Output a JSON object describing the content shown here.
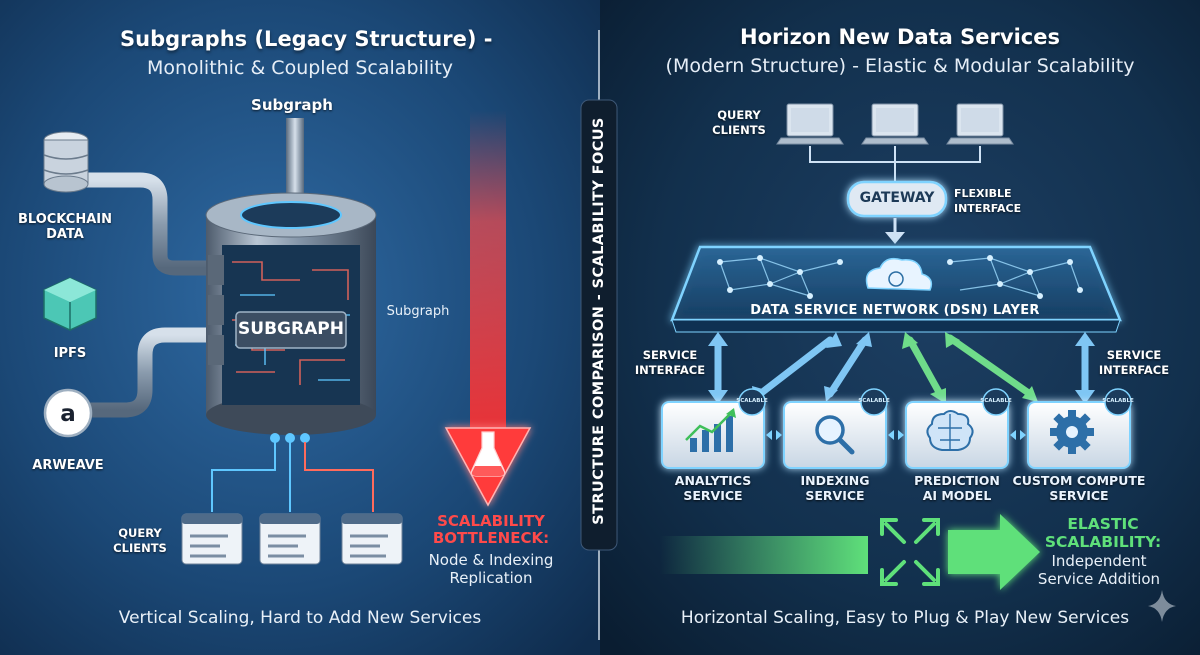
{
  "left": {
    "title": "Subgraphs (Legacy Structure) -",
    "subtitle": "Monolithic & Coupled Scalability",
    "top_label": "Subgraph",
    "side_label": "Subgraph",
    "cylinder_label": "SUBGRAPH",
    "sources": [
      {
        "label": "BLOCKCHAIN\nDATA",
        "icon": "database-icon"
      },
      {
        "label": "IPFS",
        "icon": "cube-icon"
      },
      {
        "label": "ARWEAVE",
        "icon": "arweave-icon"
      }
    ],
    "query_clients": "QUERY\nCLIENTS",
    "bottleneck_title": "SCALABILITY\nBOTTLENECK:",
    "bottleneck_desc": "Node & Indexing\nReplication",
    "bottom_caption": "Vertical Scaling, Hard to Add New Services"
  },
  "divider_label": "STRUCTURE COMPARISON - SCALABILITY FOCUS",
  "right": {
    "title": "Horizon New Data Services",
    "subtitle": "(Modern Structure) - Elastic & Modular Scalability",
    "query_clients": "QUERY\nCLIENTS",
    "gateway": "GATEWAY",
    "flexible_interface": "FLEXIBLE\nINTERFACE",
    "dsn_layer": "DATA SERVICE NETWORK (DSN) LAYER",
    "service_interface_left": "SERVICE\nINTERFACE",
    "service_interface_right": "SERVICE\nINTERFACE",
    "services": [
      {
        "label": "ANALYTICS\nSERVICE",
        "icon": "bar-chart-icon",
        "badge": "SCALABLE"
      },
      {
        "label": "INDEXING\nSERVICE",
        "icon": "magnifier-icon",
        "badge": "SCALABLE"
      },
      {
        "label": "PREDICTION\nAI MODEL",
        "icon": "brain-icon",
        "badge": "SCALABLE"
      },
      {
        "label": "CUSTOM COMPUTE\nSERVICE",
        "icon": "gear-icon",
        "badge": "SCALABLE"
      }
    ],
    "elastic_title": "ELASTIC\nSCALABILITY:",
    "elastic_desc": "Independent\nService Addition",
    "bottom_caption": "Horizontal Scaling, Easy to Plug & Play New Services"
  },
  "colors": {
    "left_bg": "#1e4f80",
    "right_bg": "#0f2740",
    "bottleneck_red": "#ff4a4a",
    "elastic_green": "#5fe07a",
    "cyan_glow": "#7fd3ff"
  }
}
